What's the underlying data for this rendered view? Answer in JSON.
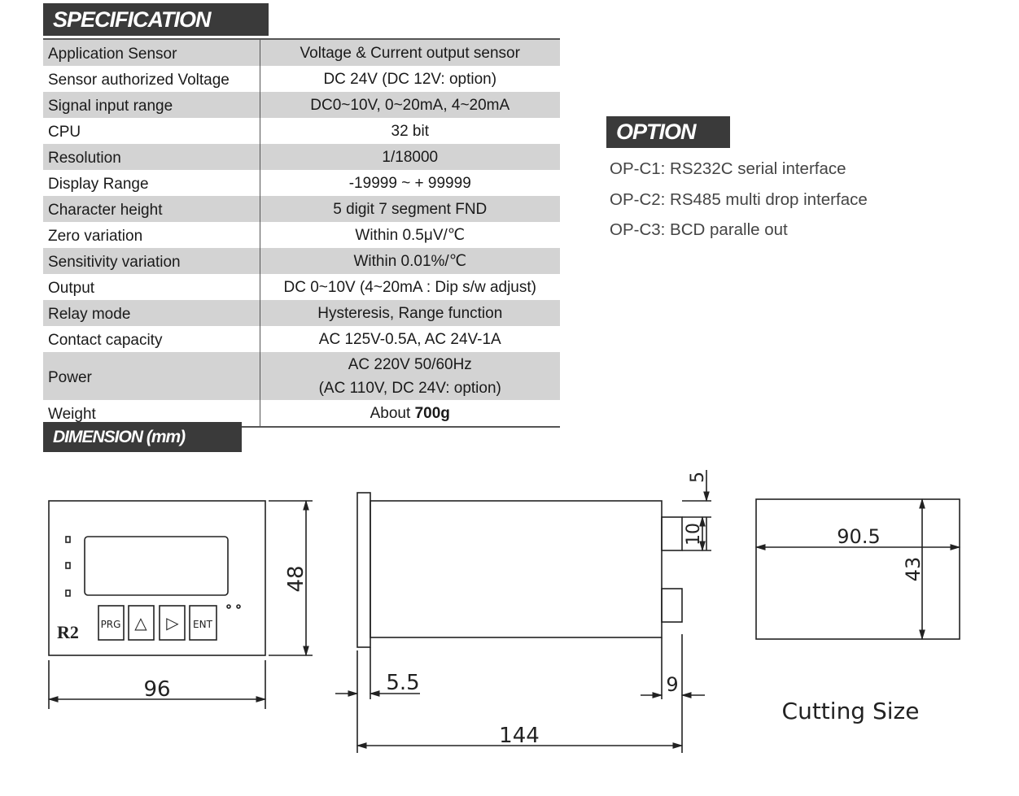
{
  "specification": {
    "title": "SPECIFICATION",
    "rows": [
      {
        "label": "Application Sensor",
        "value": "Voltage & Current output sensor"
      },
      {
        "label": "Sensor authorized Voltage",
        "value": "DC 24V (DC 12V: option)"
      },
      {
        "label": "Signal input range",
        "value": "DC0~10V, 0~20mA, 4~20mA"
      },
      {
        "label": "CPU",
        "value": "32 bit"
      },
      {
        "label": "Resolution",
        "value": "1/18000"
      },
      {
        "label": "Display Range",
        "value": "-19999 ~ + 99999"
      },
      {
        "label": "Character height",
        "value": "5 digit 7 segment FND"
      },
      {
        "label": "Zero variation",
        "value": "Within 0.5μV/℃"
      },
      {
        "label": "Sensitivity variation",
        "value": "Within 0.01%/℃"
      },
      {
        "label": "Output",
        "value": "DC 0~10V (4~20mA : Dip s/w adjust)"
      },
      {
        "label": "Relay mode",
        "value": "Hysteresis, Range function"
      },
      {
        "label": "Contact capacity",
        "value": "AC 125V-0.5A, AC 24V-1A"
      },
      {
        "label": "Power",
        "value": "AC 220V 50/60Hz",
        "value_line2": "(AC 110V, DC 24V: option)"
      },
      {
        "label": "Weight",
        "value_prefix": "About ",
        "value_bold": "700g"
      }
    ]
  },
  "option": {
    "title": "OPTION",
    "items": [
      "OP-C1: RS232C serial interface",
      "OP-C2: RS485 multi drop interface",
      "OP-C3: BCD paralle out"
    ]
  },
  "dimension": {
    "title": "DIMENSION (mm)",
    "front": {
      "width": "96",
      "height": "48",
      "brand": "R2",
      "keys": [
        "PRG",
        "△",
        "▷",
        "ENT"
      ]
    },
    "side": {
      "depth": "144",
      "bezel": "5.5",
      "rear": "9",
      "top_offset": "5",
      "connector": "10"
    },
    "cutout": {
      "width": "90.5",
      "height": "43",
      "caption": "Cutting Size"
    }
  }
}
